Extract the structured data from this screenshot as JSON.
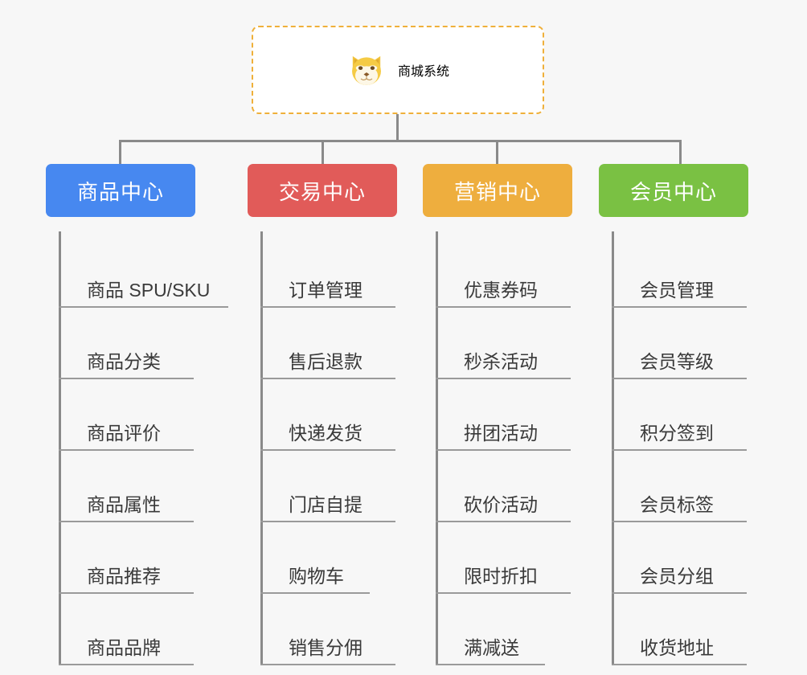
{
  "page": {
    "background_color": "#f7f7f7",
    "connector_color": "#8a8a8a",
    "rule_color": "#9a9a9a"
  },
  "root": {
    "title": "商城系统",
    "icon": "shiba-dog-icon",
    "text_color": "#eca42c",
    "border_color": "#efb03a",
    "background_color": "#ffffff",
    "border_style": "dashed"
  },
  "columns": [
    {
      "title": "商品中心",
      "color": "#4788f0",
      "items": [
        {
          "label": "商品 SPU/SKU"
        },
        {
          "label": "商品分类"
        },
        {
          "label": "商品评价"
        },
        {
          "label": "商品属性"
        },
        {
          "label": "商品推荐"
        },
        {
          "label": "商品品牌"
        }
      ]
    },
    {
      "title": "交易中心",
      "color": "#e15b59",
      "items": [
        {
          "label": "订单管理"
        },
        {
          "label": "售后退款"
        },
        {
          "label": "快递发货"
        },
        {
          "label": "门店自提"
        },
        {
          "label": "购物车"
        },
        {
          "label": "销售分佣"
        }
      ]
    },
    {
      "title": "营销中心",
      "color": "#eeae3e",
      "items": [
        {
          "label": "优惠券码"
        },
        {
          "label": "秒杀活动"
        },
        {
          "label": "拼团活动"
        },
        {
          "label": "砍价活动"
        },
        {
          "label": "限时折扣"
        },
        {
          "label": "满减送"
        }
      ]
    },
    {
      "title": "会员中心",
      "color": "#7ac143",
      "items": [
        {
          "label": "会员管理"
        },
        {
          "label": "会员等级"
        },
        {
          "label": "积分签到"
        },
        {
          "label": "会员标签"
        },
        {
          "label": "会员分组"
        },
        {
          "label": "收货地址"
        }
      ]
    }
  ]
}
